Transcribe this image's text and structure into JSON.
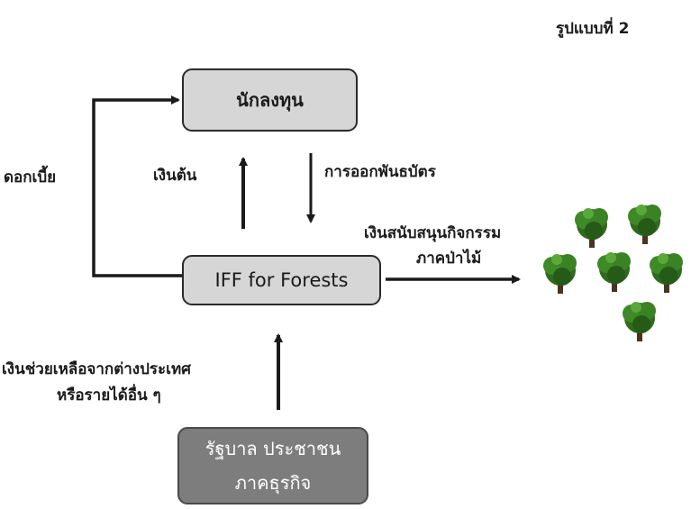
{
  "header": {
    "model_label": "รูปแบบที่ 2"
  },
  "nodes": {
    "investor": "นักลงทุน",
    "iff": "IFF for Forests",
    "sources_line1": "รัฐบาล ประชาชน",
    "sources_line2": "ภาคธุรกิจ"
  },
  "edges": {
    "interest": "ดอกเบี้ย",
    "principal": "เงินต้น",
    "bond_issue": "การออกพันธบัตร",
    "forest_support_line1": "เงินสนับสนุนกิจกรรม",
    "forest_support_line2": "ภาคป่าไม้",
    "aid_line1": "เงินช่วยเหลือจากต่างประเทศ",
    "aid_line2": "หรือรายได้อื่น ๆ"
  },
  "colors": {
    "box_light": "#d6d6d6",
    "box_dark": "#7d7d7d",
    "arrow": "#1a1a1a",
    "tree_foliage": "#2f6b1e",
    "tree_trunk": "#4a3320"
  },
  "icons": {
    "forest": "tree-icon"
  }
}
